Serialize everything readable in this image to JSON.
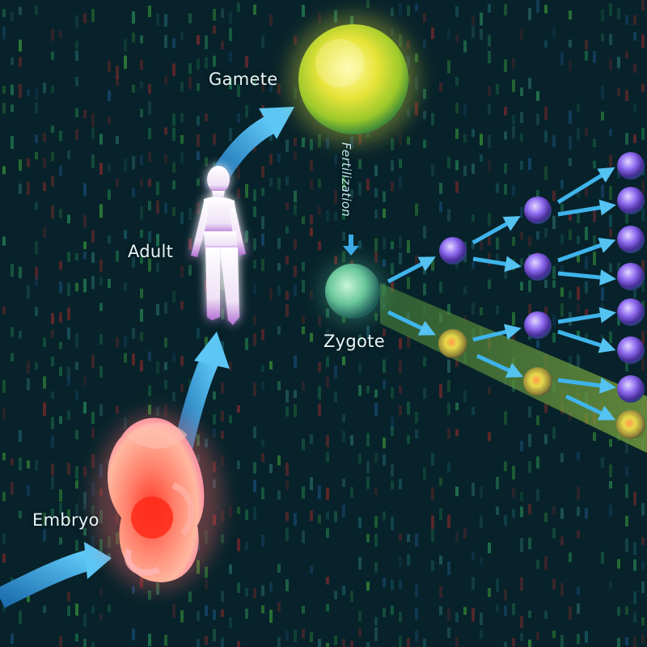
{
  "labels": {
    "gamete": "Gamete",
    "adult": "Adult",
    "zygote": "Zygote",
    "embryo": "Embryo",
    "fertilization": "Fertilization"
  },
  "colors": {
    "background": "#07222a",
    "arrow": "#3aa8e6",
    "gamete": "#e4e13a",
    "zygote": "#7fd9a8",
    "cell_purple": "#6a4cc9",
    "cell_germline": "#c9d23a",
    "embryo": "#f07a6a",
    "adult": "#f2eaf5"
  },
  "icons": {
    "gamete": "gamete-cell-icon",
    "zygote": "zygote-cell-icon",
    "adult": "adult-figure-icon",
    "embryo": "embryo-figure-icon"
  }
}
